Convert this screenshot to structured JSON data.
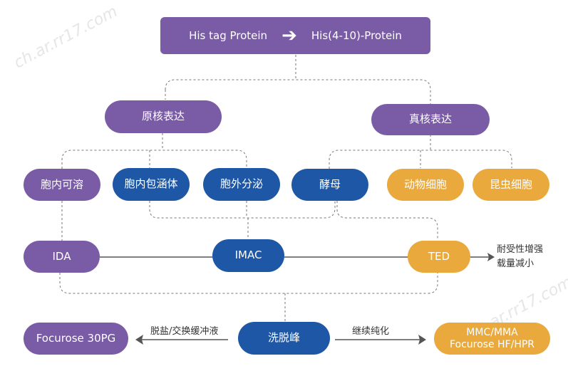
{
  "colors": {
    "purple": "#7a5ba6",
    "blue": "#1e57a5",
    "orange": "#e9a93c",
    "line": "#555555",
    "dash": "#777777"
  },
  "top": {
    "left": "His tag Protein",
    "arrow": "➔",
    "right": "His(4-10)-Protein"
  },
  "expression": {
    "prokaryotic": "原核表达",
    "eukaryotic": "真核表达"
  },
  "systems": {
    "soluble": "胞内可溶",
    "inclusion": "胞内包涵体",
    "secreted": "胞外分泌",
    "yeast": "酵母",
    "animal": "动物细胞",
    "insect": "昆虫细胞"
  },
  "ligands": {
    "ida": "IDA",
    "imac": "IMAC",
    "ted": "TED"
  },
  "ted_note": {
    "line1": "耐受性增强",
    "line2": "载量减小"
  },
  "elution": {
    "center": "洗脱峰",
    "left_label": "脱盐/交换缓冲液",
    "left_target": "Focurose 30PG",
    "right_label": "继续纯化",
    "right_target_line1": "MMC/MMA",
    "right_target_line2": "Focurose HF/HPR"
  },
  "watermark": "ch.ar.rr17.com"
}
